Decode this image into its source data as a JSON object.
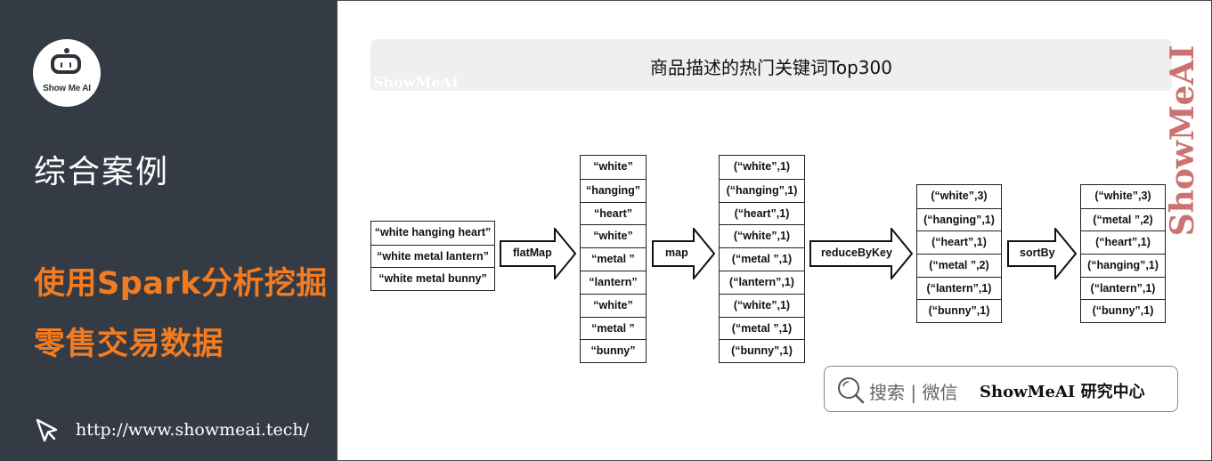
{
  "sidebar": {
    "logo_text": "Show Me AI",
    "section_title": "综合案例",
    "main_title_lines": [
      "使用Spark分析挖掘",
      "零售交易数据"
    ],
    "url": "http://www.showmeai.tech/"
  },
  "diagram": {
    "title": "商品描述的热门关键词Top300",
    "watermark": "ShowMeAI",
    "columns": [
      {
        "name": "input",
        "items": [
          "“white hanging heart”",
          "“white metal lantern”",
          "“white metal bunny”"
        ]
      },
      {
        "name": "flatmap-output",
        "items": [
          "“white”",
          "“hanging”",
          "“heart”",
          "“white”",
          "“metal ”",
          "“lantern”",
          "“white”",
          "“metal ”",
          "“bunny”"
        ]
      },
      {
        "name": "map-output",
        "items": [
          "(“white”,1)",
          "(“hanging”,1)",
          "(“heart”,1)",
          "(“white”,1)",
          "(“metal ”,1)",
          "(“lantern”,1)",
          "(“white”,1)",
          "(“metal ”,1)",
          "(“bunny”,1)"
        ]
      },
      {
        "name": "reduce-output",
        "items": [
          "(“white”,3)",
          "(“hanging”,1)",
          "(“heart”,1)",
          "(“metal ”,2)",
          "(“lantern”,1)",
          "(“bunny”,1)"
        ]
      },
      {
        "name": "sort-output",
        "items": [
          "(“white”,3)",
          "(“metal ”,2)",
          "(“heart”,1)",
          "(“hanging”,1)",
          "(“lantern”,1)",
          "(“bunny”,1)"
        ]
      }
    ],
    "arrows": [
      "flatMap",
      "map",
      "reduceByKey",
      "sortBy"
    ]
  },
  "search": {
    "text": "搜索 | 微信",
    "brand": "ShowMeAI 研究中心"
  },
  "colors": {
    "sidebar_bg": "#343b44",
    "accent_orange": "#f37b20",
    "watermark_red": "#c0504d"
  }
}
